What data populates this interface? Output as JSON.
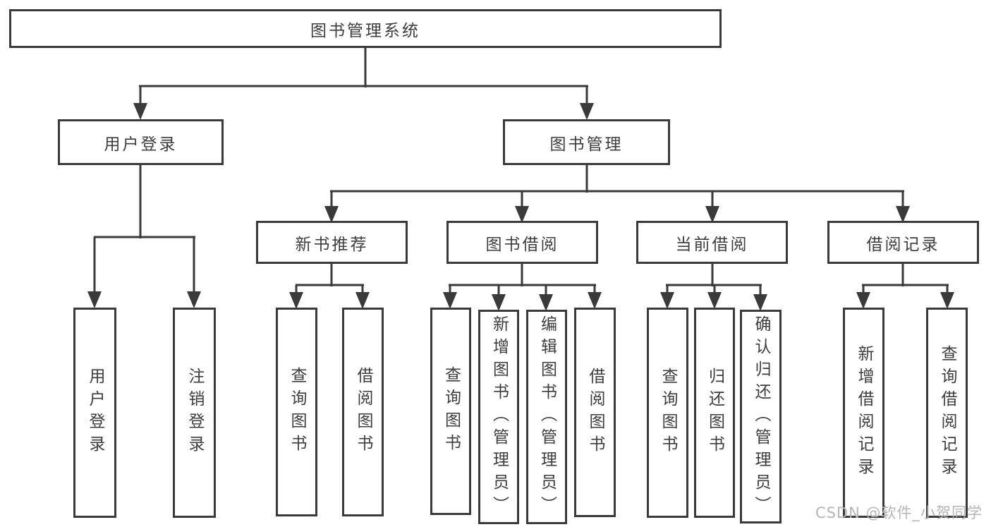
{
  "diagram": {
    "type": "tree-structure-diagram",
    "colors": {
      "line": "#3a3a3a",
      "text": "#3d3d3d",
      "box_fill": "#ffffff",
      "watermark": "#b5b5b5"
    },
    "nodes": {
      "root": "图书管理系统",
      "user_login": "用户登录",
      "book_management": "图书管理",
      "new_book_recommend": "新书推荐",
      "book_borrow": "图书借阅",
      "current_borrow": "当前借阅",
      "borrow_records": "借阅记录",
      "user_login_leaf": "用户登录",
      "logout": "注销登录",
      "query_books_1": "查询图书",
      "borrow_books_1": "借阅图书",
      "query_books_2": "查询图书",
      "add_books": "新增图书（管理员）",
      "edit_books": "编辑图书（管理员）",
      "borrow_books_2": "借阅图书",
      "query_books_3": "查询图书",
      "return_books": "归还图书",
      "confirm_return": "确认归还（管理员）",
      "add_borrow_record": "新增借阅记录",
      "query_borrow_record": "查询借阅记录"
    },
    "structure": {
      "图书管理系统": [
        "用户登录",
        "图书管理"
      ],
      "用户登录": [
        "用户登录",
        "注销登录"
      ],
      "图书管理": [
        "新书推荐",
        "图书借阅",
        "当前借阅",
        "借阅记录"
      ],
      "新书推荐": [
        "查询图书",
        "借阅图书"
      ],
      "图书借阅": [
        "查询图书",
        "新增图书（管理员）",
        "编辑图书（管理员）",
        "借阅图书"
      ],
      "当前借阅": [
        "查询图书",
        "归还图书",
        "确认归还（管理员）"
      ],
      "借阅记录": [
        "新增借阅记录",
        "查询借阅记录"
      ]
    },
    "watermark": "CSDN @软件_小贺同学"
  }
}
